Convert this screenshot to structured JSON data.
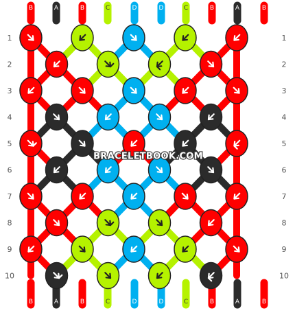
{
  "colors": {
    "B": "#ff0000",
    "A": "#2b2b2b",
    "C": "#b5f200",
    "D": "#00b0f0"
  },
  "watermark": "BRACELETBOOK.COM",
  "strings_top": [
    "B",
    "A",
    "B",
    "C",
    "D",
    "D",
    "C",
    "B",
    "A",
    "B"
  ],
  "strings_bottom": [
    "B",
    "A",
    "B",
    "C",
    "D",
    "D",
    "C",
    "B",
    "A",
    "B"
  ],
  "row_numbers": [
    "1",
    "2",
    "3",
    "4",
    "5",
    "6",
    "7",
    "8",
    "9",
    "10"
  ],
  "knot_rows": [
    [
      {
        "c": "B",
        "d": "dr"
      },
      {
        "c": "C",
        "d": "dl"
      },
      {
        "c": "D",
        "d": "dr"
      },
      {
        "c": "C",
        "d": "dl"
      },
      {
        "c": "B",
        "d": "dl"
      }
    ],
    [
      {
        "c": "B",
        "d": "dl"
      },
      {
        "c": "C",
        "d": "fr"
      },
      {
        "c": "C",
        "d": "fl"
      },
      {
        "c": "B",
        "d": "dr"
      }
    ],
    [
      {
        "c": "B",
        "d": "dl"
      },
      {
        "c": "B",
        "d": "dr"
      },
      {
        "c": "D",
        "d": "dr"
      },
      {
        "c": "B",
        "d": "dl"
      },
      {
        "c": "B",
        "d": "dr"
      }
    ],
    [
      {
        "c": "A",
        "d": "dr"
      },
      {
        "c": "D",
        "d": "dl"
      },
      {
        "c": "D",
        "d": "dr"
      },
      {
        "c": "A",
        "d": "dl"
      }
    ],
    [
      {
        "c": "B",
        "d": "fr"
      },
      {
        "c": "A",
        "d": "dr"
      },
      {
        "c": "B",
        "d": "dl"
      },
      {
        "c": "A",
        "d": "dl"
      },
      {
        "c": "B",
        "d": "fl"
      }
    ],
    [
      {
        "c": "A",
        "d": "dl"
      },
      {
        "c": "D",
        "d": "dl"
      },
      {
        "c": "D",
        "d": "dr"
      },
      {
        "c": "A",
        "d": "dr"
      }
    ],
    [
      {
        "c": "B",
        "d": "dr"
      },
      {
        "c": "B",
        "d": "dl"
      },
      {
        "c": "D",
        "d": "dl"
      },
      {
        "c": "B",
        "d": "dr"
      },
      {
        "c": "B",
        "d": "dl"
      }
    ],
    [
      {
        "c": "B",
        "d": "dr"
      },
      {
        "c": "C",
        "d": "fr"
      },
      {
        "c": "C",
        "d": "dr"
      },
      {
        "c": "B",
        "d": "dl"
      }
    ],
    [
      {
        "c": "B",
        "d": "dl"
      },
      {
        "c": "C",
        "d": "dr"
      },
      {
        "c": "D",
        "d": "dl"
      },
      {
        "c": "C",
        "d": "dl"
      },
      {
        "c": "B",
        "d": "dr"
      }
    ],
    [
      {
        "c": "A",
        "d": "fr"
      },
      {
        "c": "C",
        "d": "dr"
      },
      {
        "c": "C",
        "d": "dl"
      },
      {
        "c": "A",
        "d": "fl"
      }
    ]
  ]
}
